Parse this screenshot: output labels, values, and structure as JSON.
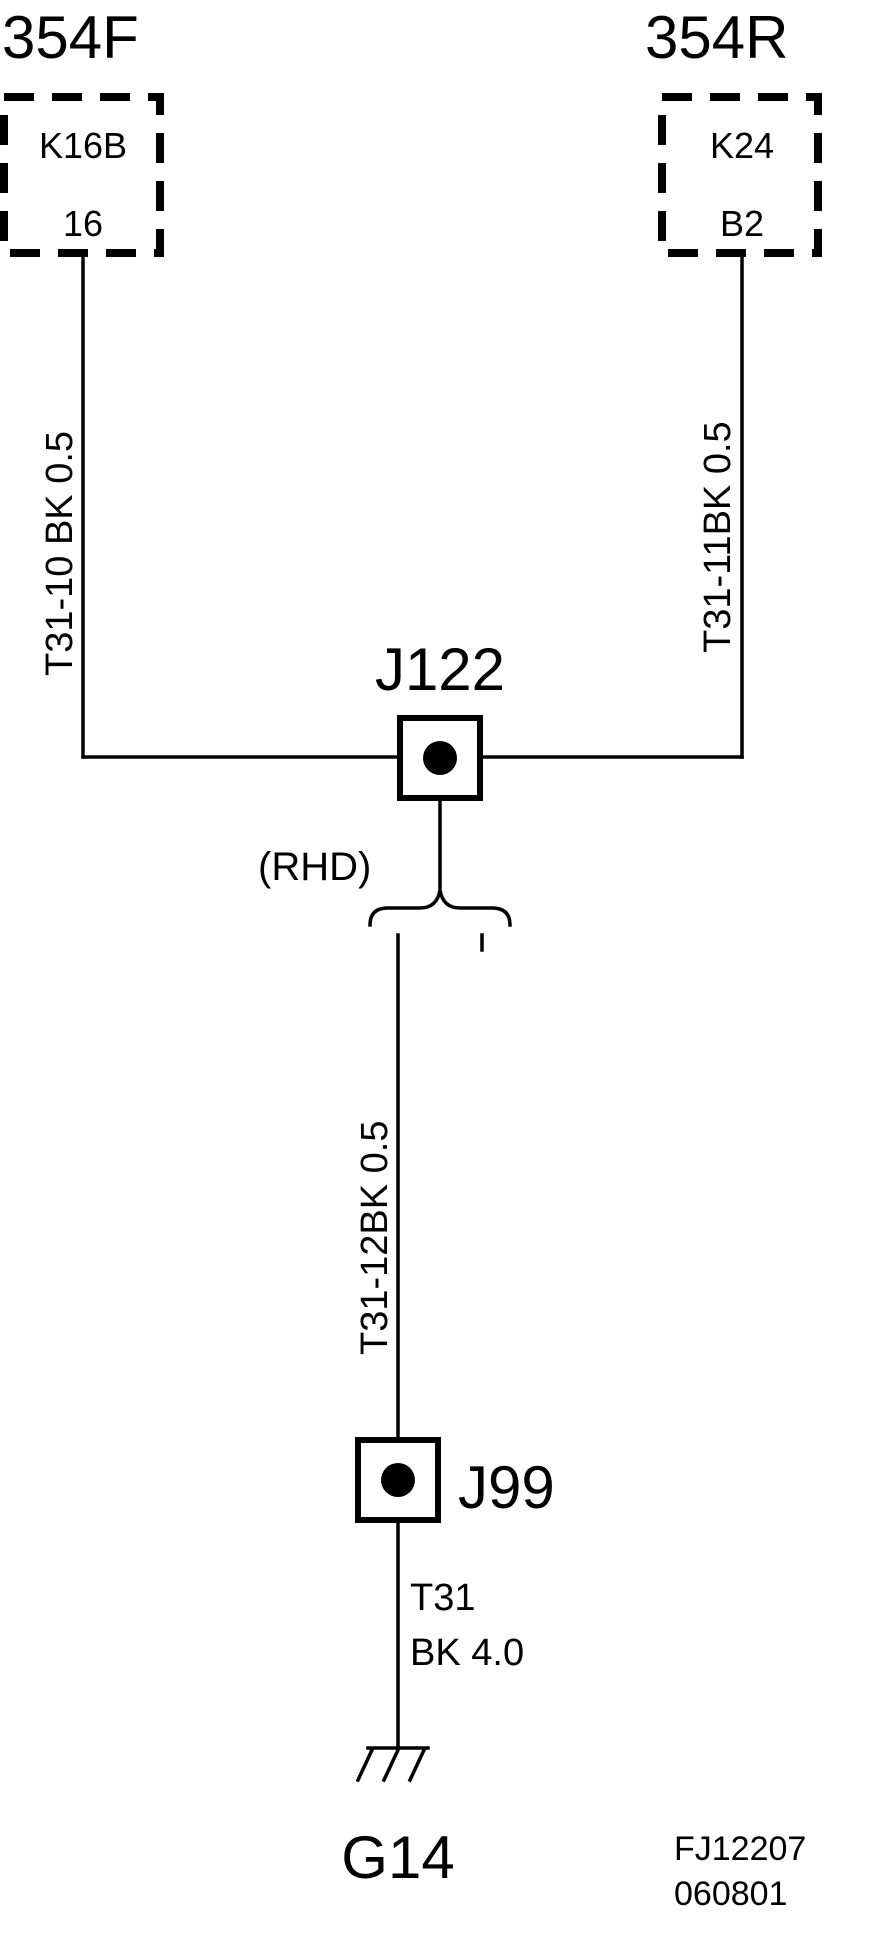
{
  "components": {
    "left": {
      "id": "354F",
      "connector": "K16B",
      "pin": "16"
    },
    "right": {
      "id": "354R",
      "connector": "K24",
      "pin": "B2"
    }
  },
  "wires": {
    "left": "T31-10  BK  0.5",
    "right": "T31-11BK  0.5",
    "center": "T31-12BK  0.5",
    "bottom_line1": "T31",
    "bottom_line2": "BK  4.0"
  },
  "splices": {
    "top": "J122",
    "bottom": "J99"
  },
  "option_label": "(RHD)",
  "ground": "G14",
  "reference": {
    "line1": "FJ12207",
    "line2": "060801"
  }
}
